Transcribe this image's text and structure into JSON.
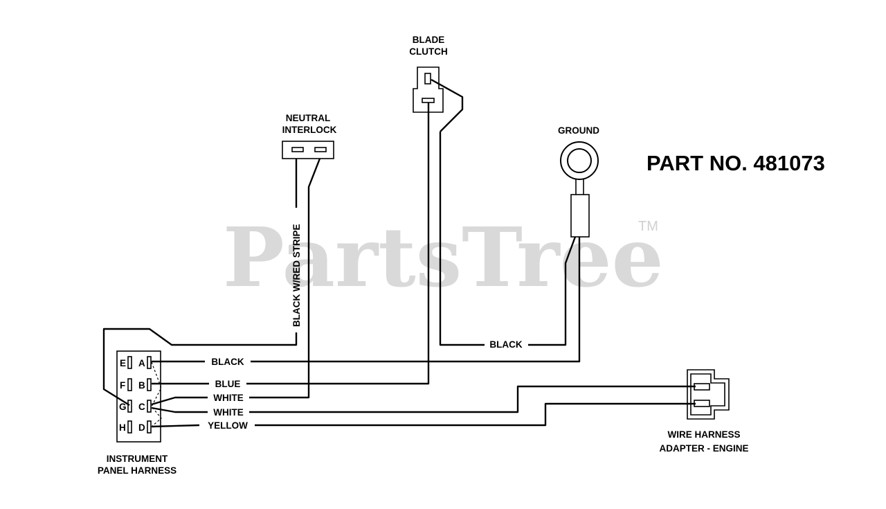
{
  "part_number": "PART NO. 481073",
  "watermark": {
    "text": "PartsTree",
    "tm": "TM"
  },
  "components": {
    "blade_clutch": [
      "BLADE",
      "CLUTCH"
    ],
    "neutral_interlock": [
      "NEUTRAL",
      "INTERLOCK"
    ],
    "ground": [
      "GROUND"
    ],
    "instrument_panel_harness": [
      "INSTRUMENT",
      "PANEL HARNESS"
    ],
    "wire_harness_adapter": [
      "WIRE HARNESS",
      "ADAPTER - ENGINE"
    ]
  },
  "wire_labels": {
    "black_red_stripe": "BLACK W/RED STRIPE",
    "black_ground": "BLACK",
    "black_a": "BLACK",
    "blue_b": "BLUE",
    "white_c1": "WHITE",
    "white_c2": "WHITE",
    "yellow_d": "YELLOW"
  },
  "terminals": {
    "left": [
      "E",
      "F",
      "G",
      "H"
    ],
    "right": [
      "A",
      "B",
      "C",
      "D"
    ]
  }
}
